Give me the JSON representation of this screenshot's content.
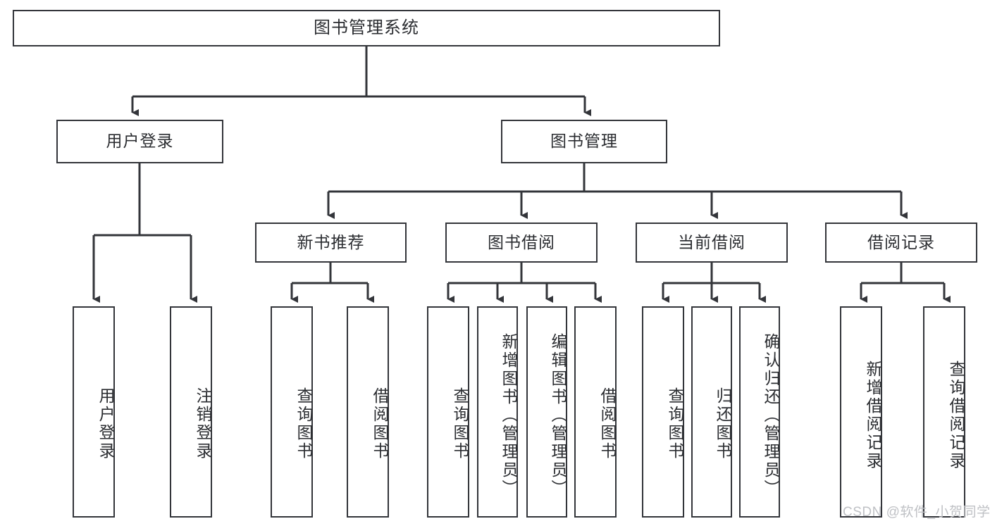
{
  "diagram": {
    "title": "图书管理系统",
    "type": "tree-hierarchy-diagram",
    "watermark": "CSDN @软件_小贺同学",
    "colors": {
      "box_border": "#33353a",
      "box_fill": "#ffffff",
      "line": "#33353a",
      "text": "#2b2d31",
      "watermark": "#bfc1c5",
      "background": "#ffffff"
    },
    "root": {
      "id": "root",
      "label": "图书管理系统",
      "orientation": "horizontal"
    },
    "level2": [
      {
        "id": "user-login",
        "label": "用户登录",
        "orientation": "horizontal"
      },
      {
        "id": "book-management",
        "label": "图书管理",
        "orientation": "horizontal"
      }
    ],
    "level3": [
      {
        "id": "new-book-recommend",
        "label": "新书推荐",
        "orientation": "horizontal"
      },
      {
        "id": "book-borrow",
        "label": "图书借阅",
        "orientation": "horizontal"
      },
      {
        "id": "current-borrow",
        "label": "当前借阅",
        "orientation": "horizontal"
      },
      {
        "id": "borrow-record",
        "label": "借阅记录",
        "orientation": "horizontal"
      }
    ],
    "leaves": {
      "user-login": [
        {
          "id": "leaf-user-login",
          "label": "用户登录",
          "orientation": "vertical"
        },
        {
          "id": "leaf-logout",
          "label": "注销登录",
          "orientation": "vertical"
        }
      ],
      "new-book-recommend": [
        {
          "id": "leaf-query-book-1",
          "label": "查询图书",
          "orientation": "vertical"
        },
        {
          "id": "leaf-borrow-book-1",
          "label": "借阅图书",
          "orientation": "vertical"
        }
      ],
      "book-borrow": [
        {
          "id": "leaf-query-book-2",
          "label": "查询图书",
          "orientation": "vertical"
        },
        {
          "id": "leaf-add-book",
          "label": "新增图书（管理员）",
          "orientation": "vertical"
        },
        {
          "id": "leaf-edit-book",
          "label": "编辑图书（管理员）",
          "orientation": "vertical"
        },
        {
          "id": "leaf-borrow-book-2",
          "label": "借阅图书",
          "orientation": "vertical"
        }
      ],
      "current-borrow": [
        {
          "id": "leaf-query-book-3",
          "label": "查询图书",
          "orientation": "vertical"
        },
        {
          "id": "leaf-return-book",
          "label": "归还图书",
          "orientation": "vertical"
        },
        {
          "id": "leaf-confirm-return",
          "label": "确认归还（管理员）",
          "orientation": "vertical"
        }
      ],
      "borrow-record": [
        {
          "id": "leaf-add-record",
          "label": "新增借阅记录",
          "orientation": "vertical"
        },
        {
          "id": "leaf-query-record",
          "label": "查询借阅记录",
          "orientation": "vertical"
        }
      ]
    }
  }
}
